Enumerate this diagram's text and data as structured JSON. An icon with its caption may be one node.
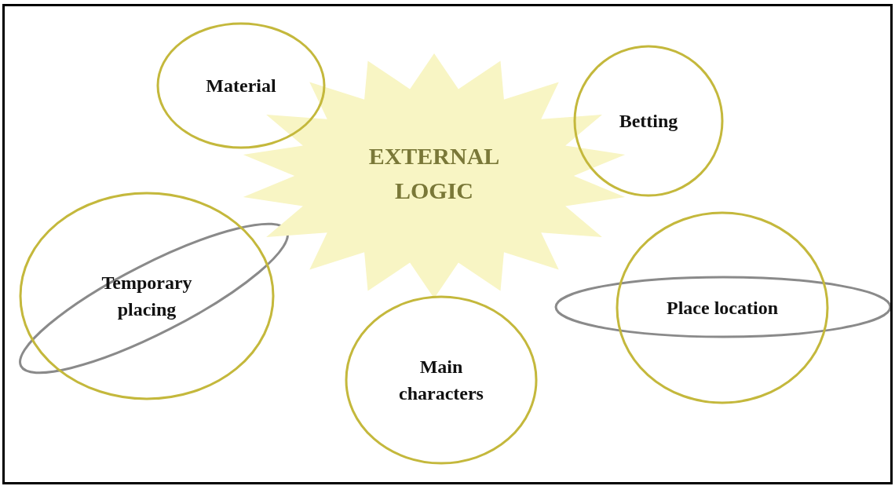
{
  "diagram": {
    "nodes": [
      {
        "text": [
          "Material"
        ]
      },
      {
        "text": [
          "Betting"
        ]
      },
      {
        "text": [
          "EXTERNAL LOGIC"
        ]
      },
      {
        "text": [
          "Temporary placing"
        ]
      },
      {
        "text": [
          "Place location"
        ]
      },
      {
        "text": [
          "Main characters"
        ]
      }
    ]
  }
}
